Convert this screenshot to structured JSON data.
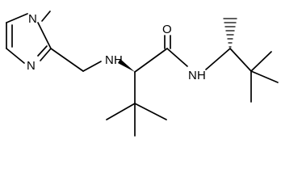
{
  "molecule": {
    "atoms": {
      "N_methyl": "N",
      "N_imine": "N",
      "N_amine": "N",
      "H_amine": "H",
      "O_carbonyl": "O",
      "N_amide": "N",
      "H_amide": "H"
    }
  },
  "colors": {
    "ink": "#000000",
    "background": "#ffffff"
  }
}
